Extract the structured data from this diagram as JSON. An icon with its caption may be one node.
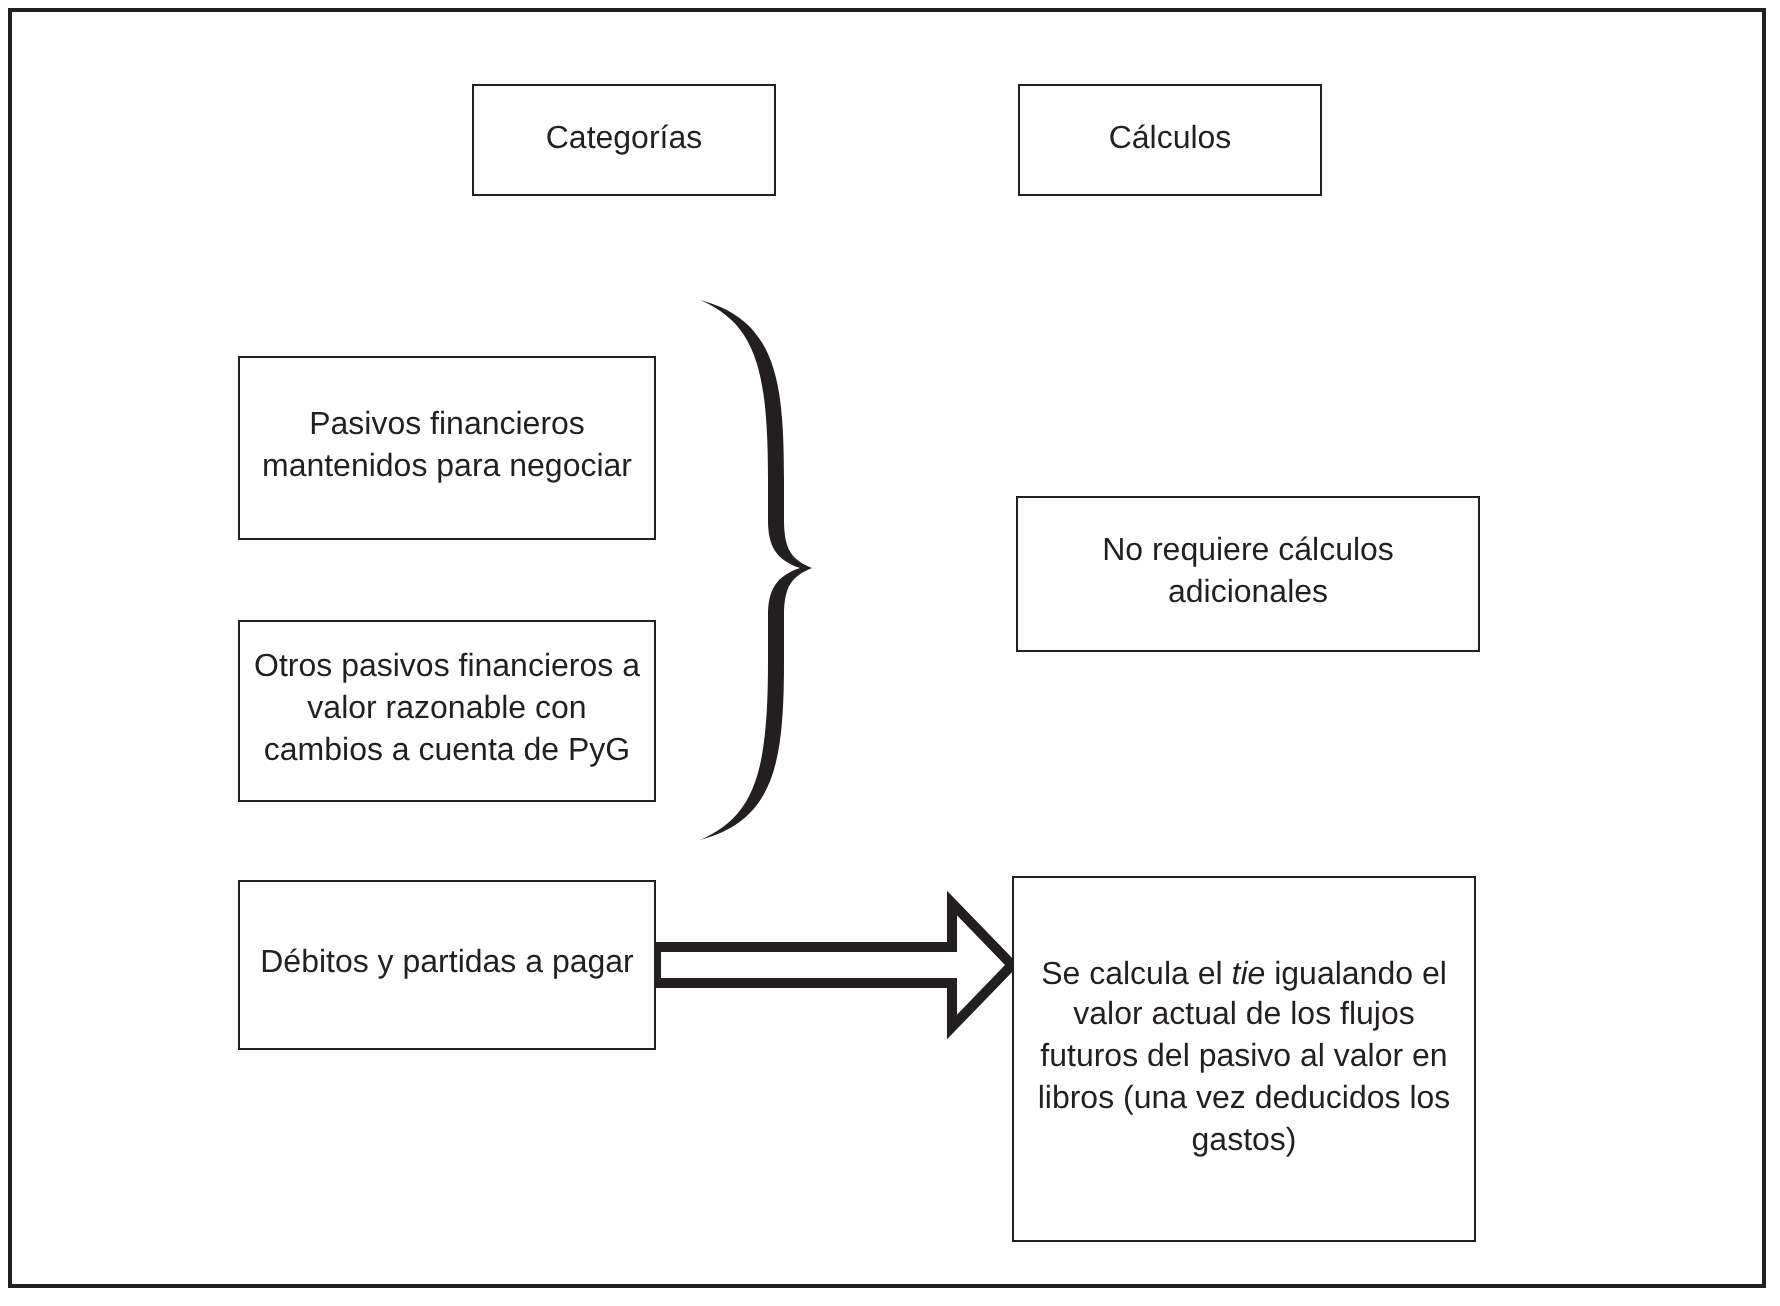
{
  "diagram": {
    "nodes": [
      {
        "text": [
          "Categorías"
        ]
      },
      {
        "text": [
          "Cálculos"
        ]
      },
      {
        "text": [
          "Pasivos financieros mantenidos para negociar"
        ]
      },
      {
        "text": [
          "Otros pasivos financieros a valor razonable con cambios a cuenta de PyG"
        ]
      },
      {
        "text": [
          "No requiere cálculos adicionales"
        ]
      },
      {
        "text": [
          "Débitos y partidas a pagar"
        ]
      },
      {
        "text": [
          "Se calcula el *tie* igualando el valor actual de los flujos futuros del pasivo al valor en libros (una vez deducidos los gastos)"
        ]
      },
      {
        "text": [],
        "shape": "brace"
      }
    ],
    "edges": [
      {
        "from": 5,
        "to": 6,
        "arrow": "to",
        "style": "thick"
      }
    ]
  }
}
